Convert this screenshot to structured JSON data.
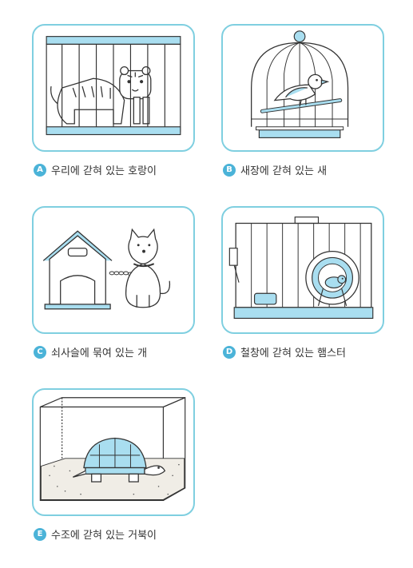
{
  "colors": {
    "accent": "#4bb3d8",
    "frame": "#7fcfe0",
    "fill": "#a9def0",
    "line": "#333333"
  },
  "items": [
    {
      "letter": "A",
      "caption": "우리에 갇혀 있는 호랑이",
      "icon": "tiger-in-cage"
    },
    {
      "letter": "B",
      "caption": "새장에 갇혀 있는 새",
      "icon": "bird-in-birdcage"
    },
    {
      "letter": "C",
      "caption": "쇠사슬에 묶여 있는 개",
      "icon": "dog-on-chain"
    },
    {
      "letter": "D",
      "caption": "철창에 갇혀 있는 햄스터",
      "icon": "hamster-in-cage"
    },
    {
      "letter": "E",
      "caption": "수조에 갇혀 있는 거북이",
      "icon": "turtle-in-tank"
    }
  ]
}
